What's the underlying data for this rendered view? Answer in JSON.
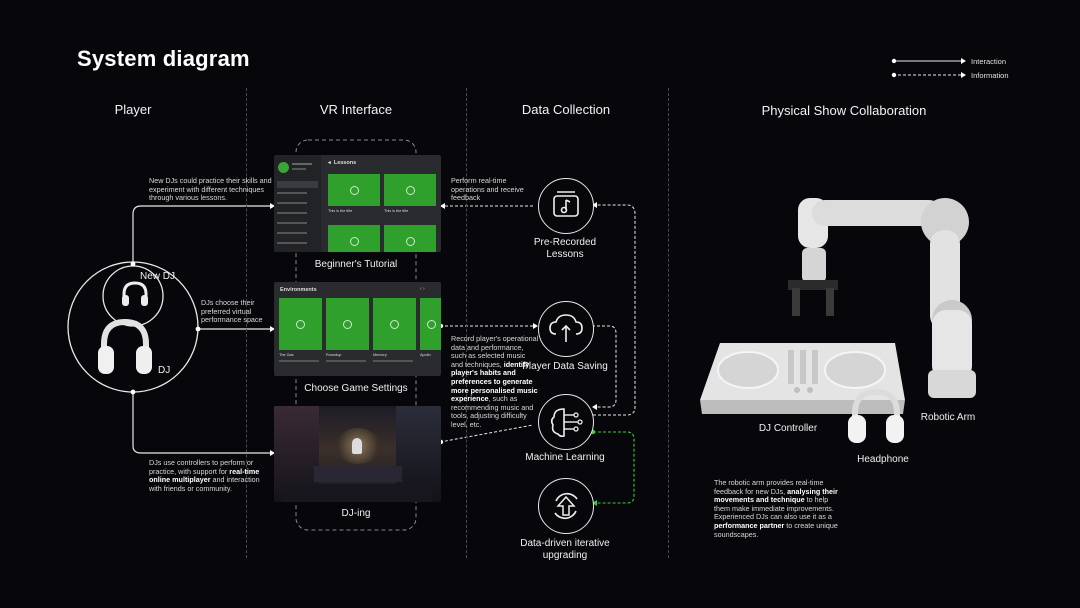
{
  "title": "System diagram",
  "legend": {
    "interaction": "Interaction",
    "information": "Information"
  },
  "columns": {
    "player": "Player",
    "vr": "VR Interface",
    "data": "Data Collection",
    "physical": "Physical Show Collaboration"
  },
  "player": {
    "new_dj": "New DJ",
    "dj": "DJ"
  },
  "vr": {
    "tutorial_label": "Beginner's Tutorial",
    "settings_label": "Choose Game Settings",
    "djing_label": "DJ-ing",
    "lessons_header": "Lessons",
    "environments_header": "Environments",
    "card_caption": "This is the title",
    "env_names": [
      "The Gas",
      "Roundup",
      "Memory",
      "Apollo"
    ]
  },
  "texts": {
    "new_dj_desc": "New DJs could practice their skills and experiment with different techniques through various lessons.",
    "dj_choose": "DJs choose their preferred virtual performance space",
    "dj_use_pre": "DJs use controllers to perform or practice, with support for ",
    "dj_use_bold": "real-time online multiplayer",
    "dj_use_post": " and interaction with friends or community.",
    "perform_realtime": "Perform real-time operations and receive feedback",
    "record_pre": "Record player's operational data and performance, such as selected music and techniques, ",
    "record_bold": "identify player's habits and preferences to generate more personalised music experience",
    "record_post": ", such as recommending music and tools, adjusting difficulty level, etc.",
    "robot_pre": "The robotic arm provides real-time feedback for new DJs, ",
    "robot_bold1": "analysing their movements and technique",
    "robot_mid": " to help them make immediate improvements. Experienced DJs can also use it as a ",
    "robot_bold2": "performance partner",
    "robot_post": " to create unique soundscapes."
  },
  "data_nodes": {
    "pre_recorded": "Pre-Recorded Lessons",
    "player_data": "Player Data Saving",
    "ml": "Machine Learning",
    "data_driven": "Data-driven iterative upgrading"
  },
  "physical": {
    "robotic_arm": "Robotic Arm",
    "dj_controller": "DJ Controller",
    "headphone": "Headphone"
  },
  "colors": {
    "background": "#07070b",
    "accent_green": "#2fa02b",
    "dashed_green": "#3fc93a",
    "line": "#e8e8e8"
  }
}
